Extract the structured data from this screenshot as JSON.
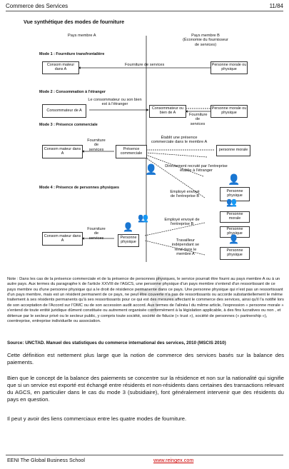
{
  "header": {
    "title": "Commerce des Services",
    "page": "11/84"
  },
  "figure": {
    "title": "Vue synthétique des modes de fourniture",
    "col_a": "Pays membre A",
    "col_b": "Pays membre B",
    "col_b_sub": "(Économie du fournisseur de services)",
    "mode1": "Mode 1 : Fourniture transfrontalière",
    "mode2": "Mode 2 : Consommation à l'étranger",
    "mode3": "Mode 3 : Présence commerciale",
    "mode4": "Mode 4 : Présence de personnes physiques",
    "consumer_in_a": "Consom mateur dans A",
    "consumer_of_a": "Consommateur de A",
    "legal_or_physical": "Personne morale ou physique",
    "services_supply": "Fourniture de services",
    "consumer_travels": "Le consommateur ou son bien est à l'étranger",
    "consumer_or_good": "Consommateur ou bien de A",
    "supplier_of_services": "Fourniture de services",
    "commercial_presence": "Présence commerciale",
    "establishes": "Établit une présence commerciale dans le membre A",
    "legal_person": "personne morale",
    "directly_recruited": "Directement recruté par l'entreprise établie à l'étranger",
    "employee_sent": "Employé envoyé de l'entreprise B",
    "physical_person": "Personne physique",
    "moral_person": "Personne morale",
    "independent": "Travailleur indépendant se rend dans le membre A"
  },
  "note": "Note : Dans les cas de la présence commerciale et de la présence de personnes physiques, le service pourrait être fourni au pays membre A ou à un autre pays. Aux termes du paragraphe k de l'article XXVIII de l'AGCS, une personne physique d'un pays membre s'entend d'un ressortissant de ce pays membre ou d'une personne physique qui a le droit de résidence permanente dans ce pays. Une personne physique qui n'est pas un ressortissant d'un pays membre, mais est un résident permanent de ce pays, ne peut être couverte n'a pas de ressortissants ou accorde substantiellement le même traitement à ses résidents permanents qu'à ses ressortissants pour ce qui est des mesures affectant le commerce des services, ainsi qu'il l'a notifié lors de son acceptation de l'Accord sur l'OMC ou de son accession audit accord. Aux termes de l'alinéa l du même article, l'expression « personne morale » s'entend de toute entité juridique dûment constituée ou autrement organisée conformément à la législation applicable, à des fins lucratives ou non , et détenue par le secteur privé ou le secteur public, y compris toute société, société de fiducie (« trust »), société de personnes (« partnership »), coentreprise, entreprise individuelle ou association.",
  "source": "Source: UNCTAD. Manuel des statistiques du commerce international des services, 2010 (MSCIS 2010)",
  "paragraphs": [
    "Cette définition est nettement plus large que la notion de commerce des services basés sur la balance des paiements.",
    "Bien que le concept de la balance des paiements se concentre sur la résidence et non sur la nationalité qui signifie que si un service est exporté est échangé entre résidents et non-résidents dans certaines des transactions relevant du AGCS, en particulier dans le cas du mode 3 (subsidiaire), font généralement intervenir que des résidents du pays en question.",
    "Il peut y avoir des liens commerciaux entre les quatre modes de fourniture."
  ],
  "footer": {
    "left": "EENI The Global Business School",
    "link": "www.reingex.com"
  }
}
